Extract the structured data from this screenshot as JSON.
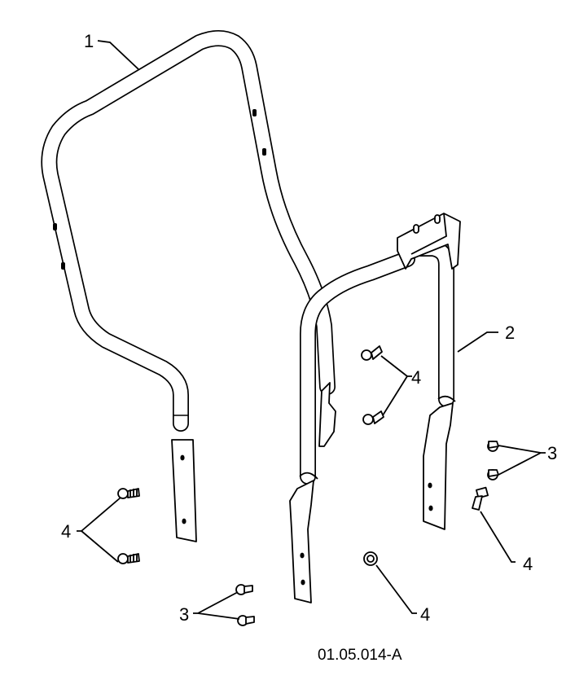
{
  "figure_id": "01.05.014-A",
  "callouts": {
    "part_1": "1",
    "part_2": "2",
    "part_3_left": "3",
    "part_3_right": "3",
    "part_4_left": "4",
    "part_4_center_upper": "4",
    "part_4_center_lower": "4",
    "part_4_right": "4"
  }
}
